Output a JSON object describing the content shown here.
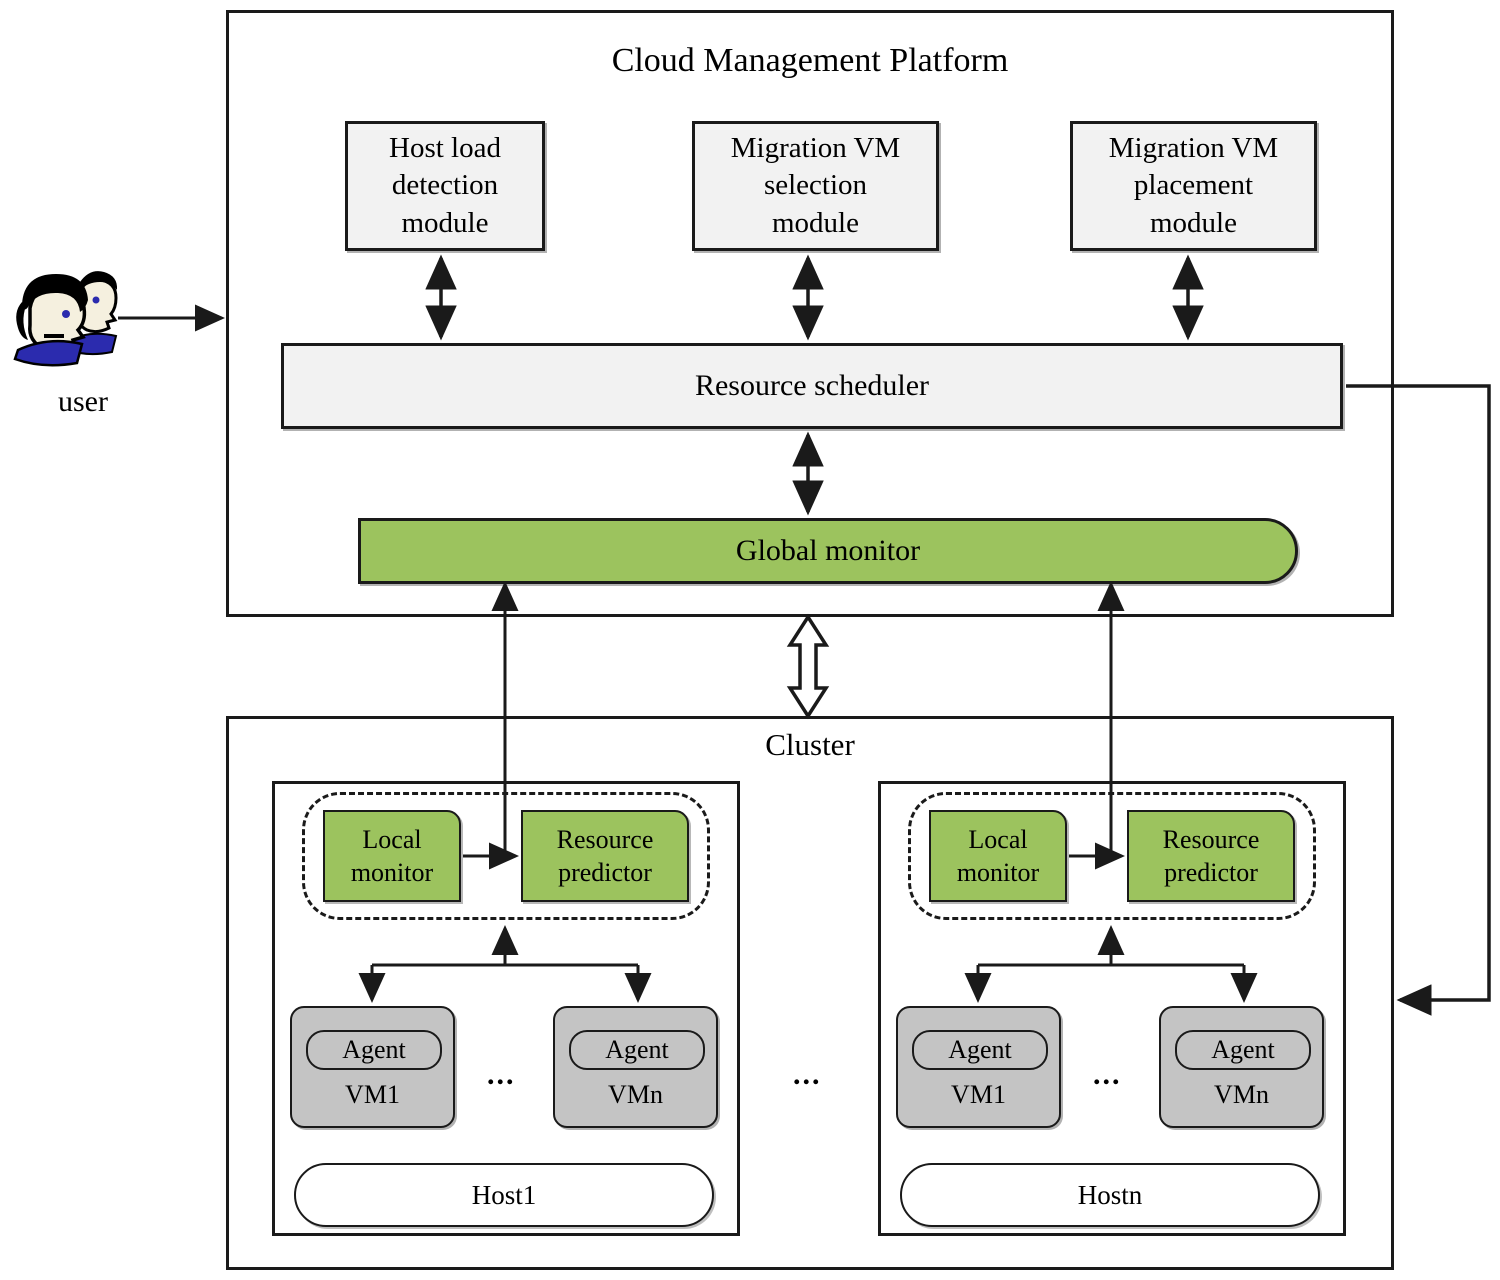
{
  "diagram": {
    "platform": {
      "title": "Cloud Management Platform",
      "modules": [
        {
          "label": "Host load\ndetection\nmodule",
          "name": "host-load-detection-module"
        },
        {
          "label": "Migration VM\nselection\nmodule",
          "name": "migration-vm-selection-module"
        },
        {
          "label": "Migration VM\nplacement\nmodule",
          "name": "migration-vm-placement-module"
        }
      ],
      "scheduler_label": "Resource scheduler",
      "global_monitor_label": "Global monitor"
    },
    "actor": {
      "label": "user",
      "icon": "two-users-icon"
    },
    "cluster": {
      "title": "Cluster",
      "ellipsis_between_hosts": "...",
      "hosts": [
        {
          "name": "host-1",
          "local_monitor_label": "Local\nmonitor",
          "resource_predictor_label": "Resource\npredictor",
          "vms": [
            {
              "agent_label": "Agent",
              "vm_label": "VM1"
            },
            {
              "agent_label": "Agent",
              "vm_label": "VMn"
            }
          ],
          "vm_ellipsis": "...",
          "host_label": "Host1"
        },
        {
          "name": "host-n",
          "local_monitor_label": "Local\nmonitor",
          "resource_predictor_label": "Resource\npredictor",
          "vms": [
            {
              "agent_label": "Agent",
              "vm_label": "VM1"
            },
            {
              "agent_label": "Agent",
              "vm_label": "VMn"
            }
          ],
          "vm_ellipsis": "...",
          "host_label": "Hostn"
        }
      ]
    },
    "colors": {
      "green": "#9cc35e",
      "gray_vm": "#c4c4c4",
      "light_box": "#f2f2f2",
      "stroke": "#1a1a1a",
      "user_hair": "#000000",
      "user_skin": "#f5f0df",
      "user_shirt": "#2b2bae"
    }
  }
}
